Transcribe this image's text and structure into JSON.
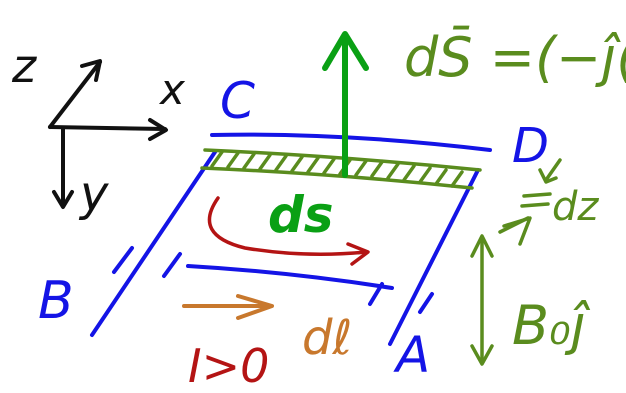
{
  "axes": {
    "z": "z",
    "x": "x",
    "y": "y"
  },
  "corners": {
    "A": "A",
    "B": "B",
    "C": "C",
    "D": "D"
  },
  "labels": {
    "ds": "ds",
    "dl": "dℓ",
    "current": "I>0",
    "dS_vector": "dS̄ =(−ĵ(",
    "dz": "dz",
    "field": "B₀ĵ"
  },
  "colors": {
    "black": "#111111",
    "blue": "#1414e6",
    "green": "#0aa014",
    "olive": "#5a8c1e",
    "red": "#b41414",
    "orange": "#c8782d"
  }
}
